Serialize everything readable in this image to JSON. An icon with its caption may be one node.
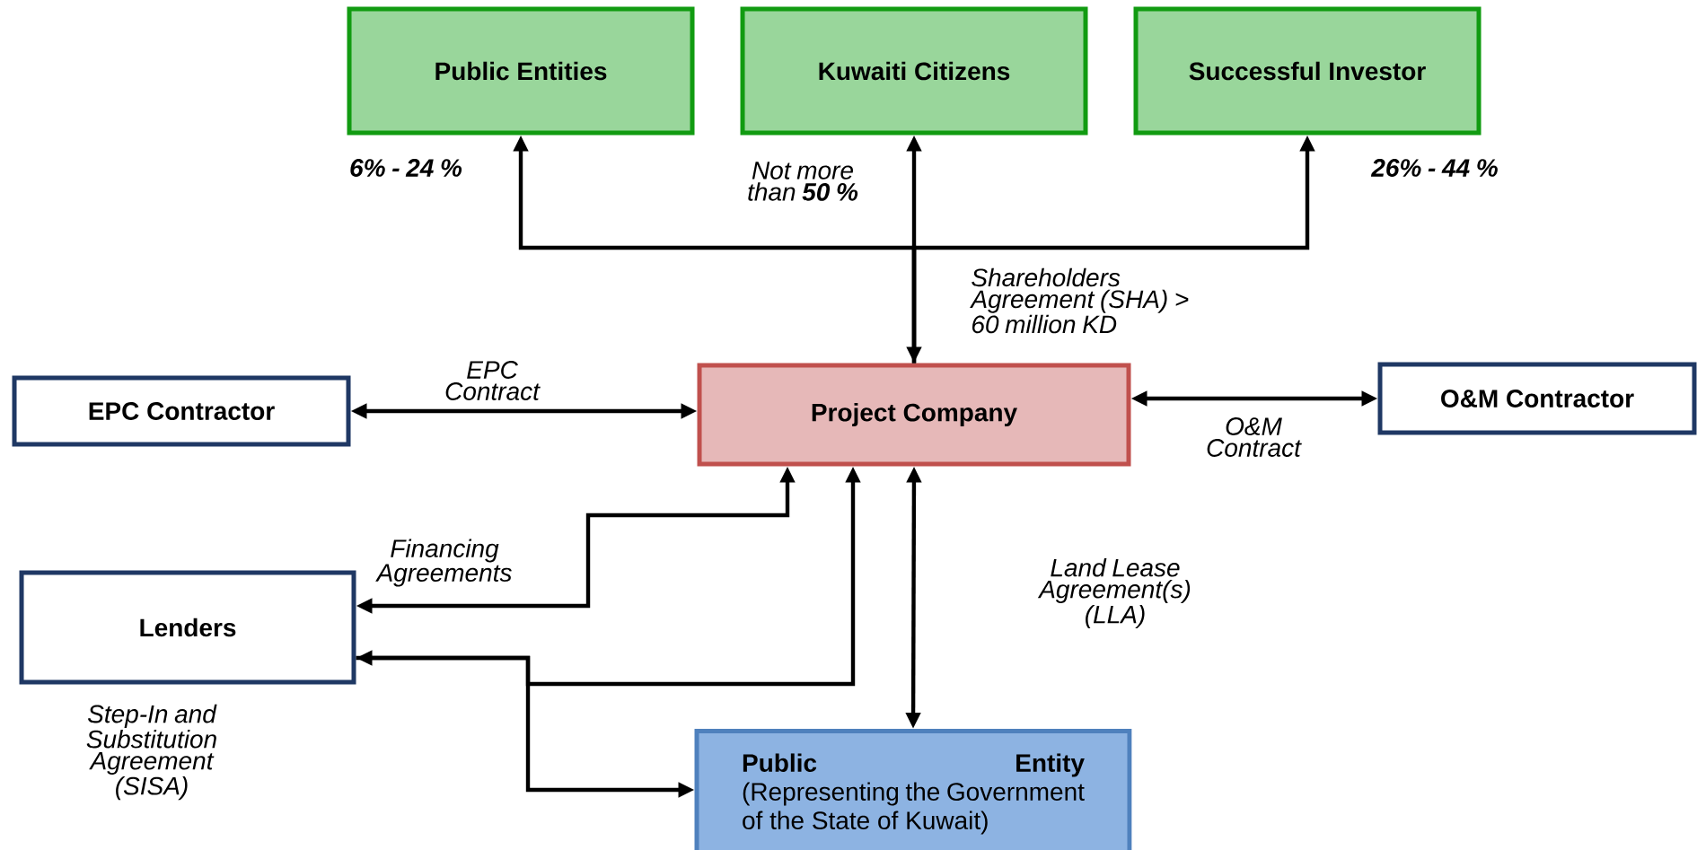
{
  "diagram": {
    "nodes": [
      {
        "text": [
          "Public Entities"
        ],
        "beside": [
          "6% - 24 %"
        ]
      },
      {
        "text": [
          "Kuwaiti Citizens"
        ],
        "beside": [
          "Not more than **50 %**"
        ]
      },
      {
        "text": [
          "Successful Investor"
        ],
        "beside": [
          "26% - 44 %"
        ]
      },
      {
        "text": [
          "EPC Contractor"
        ]
      },
      {
        "text": [
          "Project Company"
        ]
      },
      {
        "text": [
          "O&M Contractor"
        ]
      },
      {
        "text": [
          "Lenders"
        ]
      },
      {
        "text": [
          "Public Entity",
          "(Representing the Government of the State of Kuwait)"
        ]
      }
    ],
    "edges": [
      {
        "from": 4,
        "to": 0,
        "arrow": "to"
      },
      {
        "from": 4,
        "to": 1,
        "arrow": "both",
        "label": "Shareholders Agreement (SHA) > 60  million KD"
      },
      {
        "from": 4,
        "to": 2,
        "arrow": "to"
      },
      {
        "from": 3,
        "to": 4,
        "arrow": "both",
        "label": "EPC Contract"
      },
      {
        "from": 4,
        "to": 5,
        "arrow": "both",
        "label": "O&M Contract"
      },
      {
        "from": 6,
        "to": 4,
        "arrow": "both",
        "label": "Financing Agreements"
      },
      {
        "from": 4,
        "to": 6,
        "arrow": "both"
      },
      {
        "from": 6,
        "to": 7,
        "arrow": "to"
      },
      {
        "from": 4,
        "to": 7,
        "arrow": "both",
        "label": "Land Lease Agreement(s) (LLA)"
      }
    ],
    "labels": [
      "Step-In and Substitution Agreement (SISA)"
    ]
  }
}
